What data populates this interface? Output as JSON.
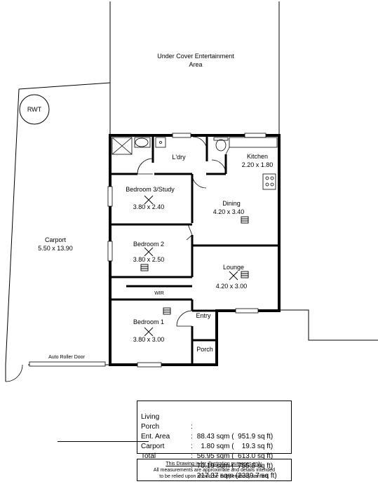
{
  "rooms": {
    "entertainment": {
      "name_line1": "Under Cover Entertainment",
      "name_line2": "Area"
    },
    "rwt": {
      "name": "RWT"
    },
    "ldry": {
      "name": "L'dry"
    },
    "kitchen": {
      "name": "Kitchen",
      "size": "2.20 x 1.80"
    },
    "bedroom3": {
      "name": "Bedroom 3/Study",
      "size": "3.80 x 2.40"
    },
    "dining": {
      "name": "Dining",
      "size": "4.20 x 3.40"
    },
    "carport": {
      "name": "Carport",
      "size": "5.50 x 13.90"
    },
    "bedroom2": {
      "name": "Bedroom 2",
      "size": "3.80 x 2.50"
    },
    "lounge": {
      "name": "Lounge",
      "size": "4.20 x 3.00"
    },
    "wir": {
      "name": "WIR"
    },
    "entry": {
      "name": "Entry"
    },
    "bedroom1": {
      "name": "Bedroom 1",
      "size": "3.80 x 3.00"
    },
    "porch": {
      "name": "Porch"
    }
  },
  "labels": {
    "auto_roller_door": "Auto Roller Door"
  },
  "area_summary": [
    {
      "name": "Living",
      "colon": ":",
      "value": " 88.43 sqm (  951.9 sq ft)"
    },
    {
      "name": "Porch",
      "colon": ":",
      "value": "   1.80 sqm (    19.3 sq ft)"
    },
    {
      "name": "Ent. Area",
      "colon": ":",
      "value": " 56.95 sqm (  613.0 sq ft)"
    },
    {
      "name": "Carport",
      "colon": ":",
      "value": " 70.19 sqm (  755.5 sq ft)"
    },
    {
      "name": "Total",
      "colon": ":",
      "value": " 217.37 sqm (2339.7 sq ft)"
    }
  ],
  "disclaimer": {
    "line1": "This Drawing is for illustration purposes only.",
    "line2": "All measurements are approximate and details intended",
    "line3": "to be relied upon should be independently verified."
  }
}
